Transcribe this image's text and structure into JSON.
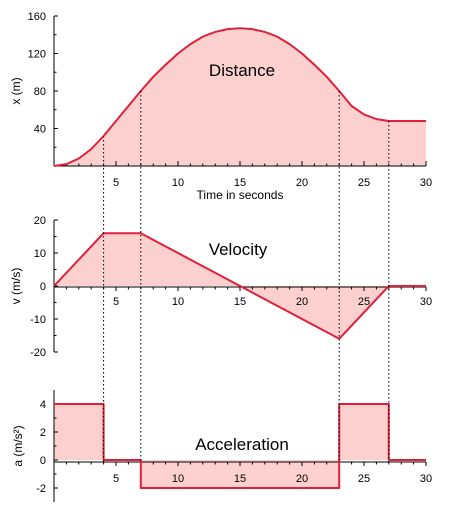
{
  "chart_data": [
    {
      "type": "area",
      "title": "Distance",
      "xlabel": "Time in seconds",
      "ylabel": "x (m)",
      "xlim": [
        0,
        30
      ],
      "ylim": [
        0,
        160
      ],
      "xticks": [
        "5",
        "10",
        "15",
        "20",
        "25",
        "30"
      ],
      "yticks": [
        "40",
        "80",
        "120",
        "160"
      ],
      "series": [
        {
          "x": [
            0,
            1,
            2,
            3,
            4,
            5,
            6,
            7,
            8,
            9,
            10,
            11,
            12,
            13,
            14,
            15,
            16,
            17,
            18,
            19,
            20,
            21,
            22,
            23,
            24,
            25,
            26,
            27,
            28,
            29,
            30
          ],
          "values": [
            0,
            2,
            8,
            18,
            32,
            48,
            64,
            80,
            95,
            108,
            120,
            130,
            138,
            143,
            146,
            147,
            146,
            143,
            138,
            130,
            120,
            108,
            95,
            80,
            64,
            55,
            50,
            48,
            48,
            48,
            48
          ]
        }
      ]
    },
    {
      "type": "area",
      "title": "Velocity",
      "ylabel": "v (m/s)",
      "xlim": [
        0,
        30
      ],
      "ylim": [
        -20,
        20
      ],
      "xticks": [
        "5",
        "10",
        "15",
        "20",
        "25",
        "30"
      ],
      "yticks": [
        "20",
        "10",
        "0",
        "-10",
        "-20"
      ],
      "series": [
        {
          "x": [
            0,
            4,
            7,
            15,
            23,
            27,
            30
          ],
          "values": [
            0,
            16,
            16,
            0,
            -16,
            0,
            0
          ]
        }
      ]
    },
    {
      "type": "area",
      "title": "Acceleration",
      "ylabel": "a (m/s²)",
      "xlim": [
        0,
        30
      ],
      "ylim": [
        -3,
        5
      ],
      "xticks": [
        "5",
        "10",
        "15",
        "20",
        "25",
        "30"
      ],
      "yticks": [
        "4",
        "2",
        "0",
        "-2"
      ],
      "series": [
        {
          "x": [
            0,
            4,
            4,
            7,
            7,
            23,
            23,
            27,
            27,
            30
          ],
          "values": [
            4,
            4,
            0,
            0,
            -2,
            -2,
            4,
            4,
            0,
            0
          ]
        }
      ]
    }
  ],
  "guide_times": [
    4,
    7,
    23,
    27
  ]
}
